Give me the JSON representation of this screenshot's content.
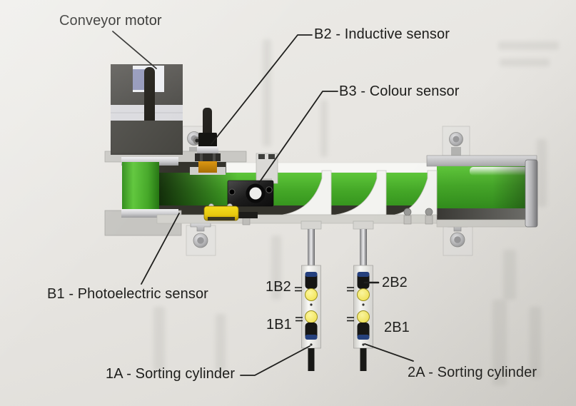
{
  "labels": {
    "conveyor_motor": "Conveyor motor",
    "inductive_sensor": "B2 - Inductive sensor",
    "colour_sensor": "B3 - Colour sensor",
    "photoelectric_sensor": "B1 - Photoelectric sensor",
    "sorting_cylinder_1": "1A - Sorting cylinder",
    "sorting_cylinder_2": "2A - Sorting cylinder",
    "cyl1_sensor_top": "1B2",
    "cyl1_sensor_bottom": "1B1",
    "cyl2_sensor_top": "2B2",
    "cyl2_sensor_bottom": "2B1"
  },
  "colors": {
    "label_text": "#1d1d1b",
    "belt_green": "#44a727",
    "belt_green_light": "#5ec63a",
    "belt_green_dark": "#2f8c1a",
    "inductive_orange": "#dc9712",
    "photo_sensor_yellow": "#e8c90f",
    "led_yellow": "#f2e14a",
    "cylinder_blue": "#24407e",
    "leader_line": "#1f1f1d"
  }
}
